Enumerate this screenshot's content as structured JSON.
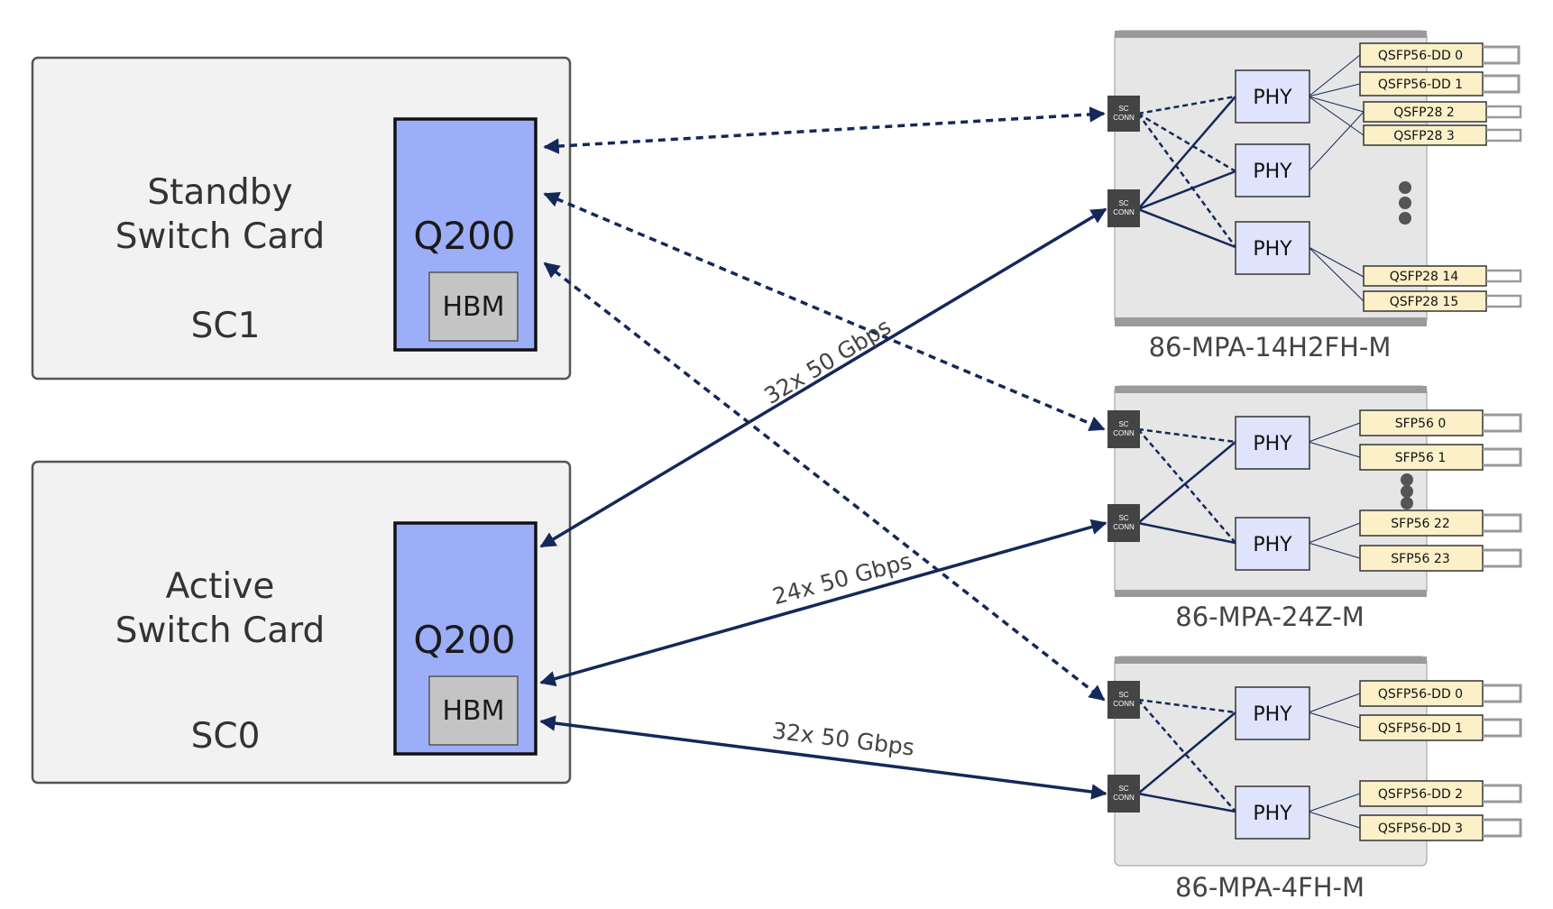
{
  "switch_cards": [
    {
      "title_line1": "Standby",
      "title_line2": "Switch Card",
      "slot": "SC1",
      "asic": "Q200",
      "memory": "HBM"
    },
    {
      "title_line1": "Active",
      "title_line2": "Switch Card",
      "slot": "SC0",
      "asic": "Q200",
      "memory": "HBM"
    }
  ],
  "modules": [
    {
      "name": "86-MPA-14H2FH-M",
      "connector": "SC CONN",
      "phy": [
        "PHY",
        "PHY",
        "PHY"
      ],
      "ports": [
        "QSFP56-DD 0",
        "QSFP56-DD 1",
        "QSFP28 2",
        "QSFP28 3",
        "QSFP28 14",
        "QSFP28 15"
      ]
    },
    {
      "name": "86-MPA-24Z-M",
      "connector": "SC CONN",
      "phy": [
        "PHY",
        "PHY"
      ],
      "ports": [
        "SFP56 0",
        "SFP56 1",
        "SFP56 22",
        "SFP56 23"
      ]
    },
    {
      "name": "86-MPA-4FH-M",
      "connector": "SC CONN",
      "phy": [
        "PHY",
        "PHY"
      ],
      "ports": [
        "QSFP56-DD 0",
        "QSFP56-DD 1",
        "QSFP56-DD 2",
        "QSFP56-DD 3"
      ]
    }
  ],
  "links": [
    "32x 50 Gbps",
    "24x 50 Gbps",
    "32x 50 Gbps"
  ],
  "colors": {
    "link": "#14285a",
    "asic": "#9daef8",
    "hbm": "#c4c4c4",
    "port": "#fbf0c8",
    "connector": "#444444",
    "module_bg": "#e6e6e6",
    "card_bg": "#f2f2f2",
    "phy": "#dfe3fb"
  }
}
